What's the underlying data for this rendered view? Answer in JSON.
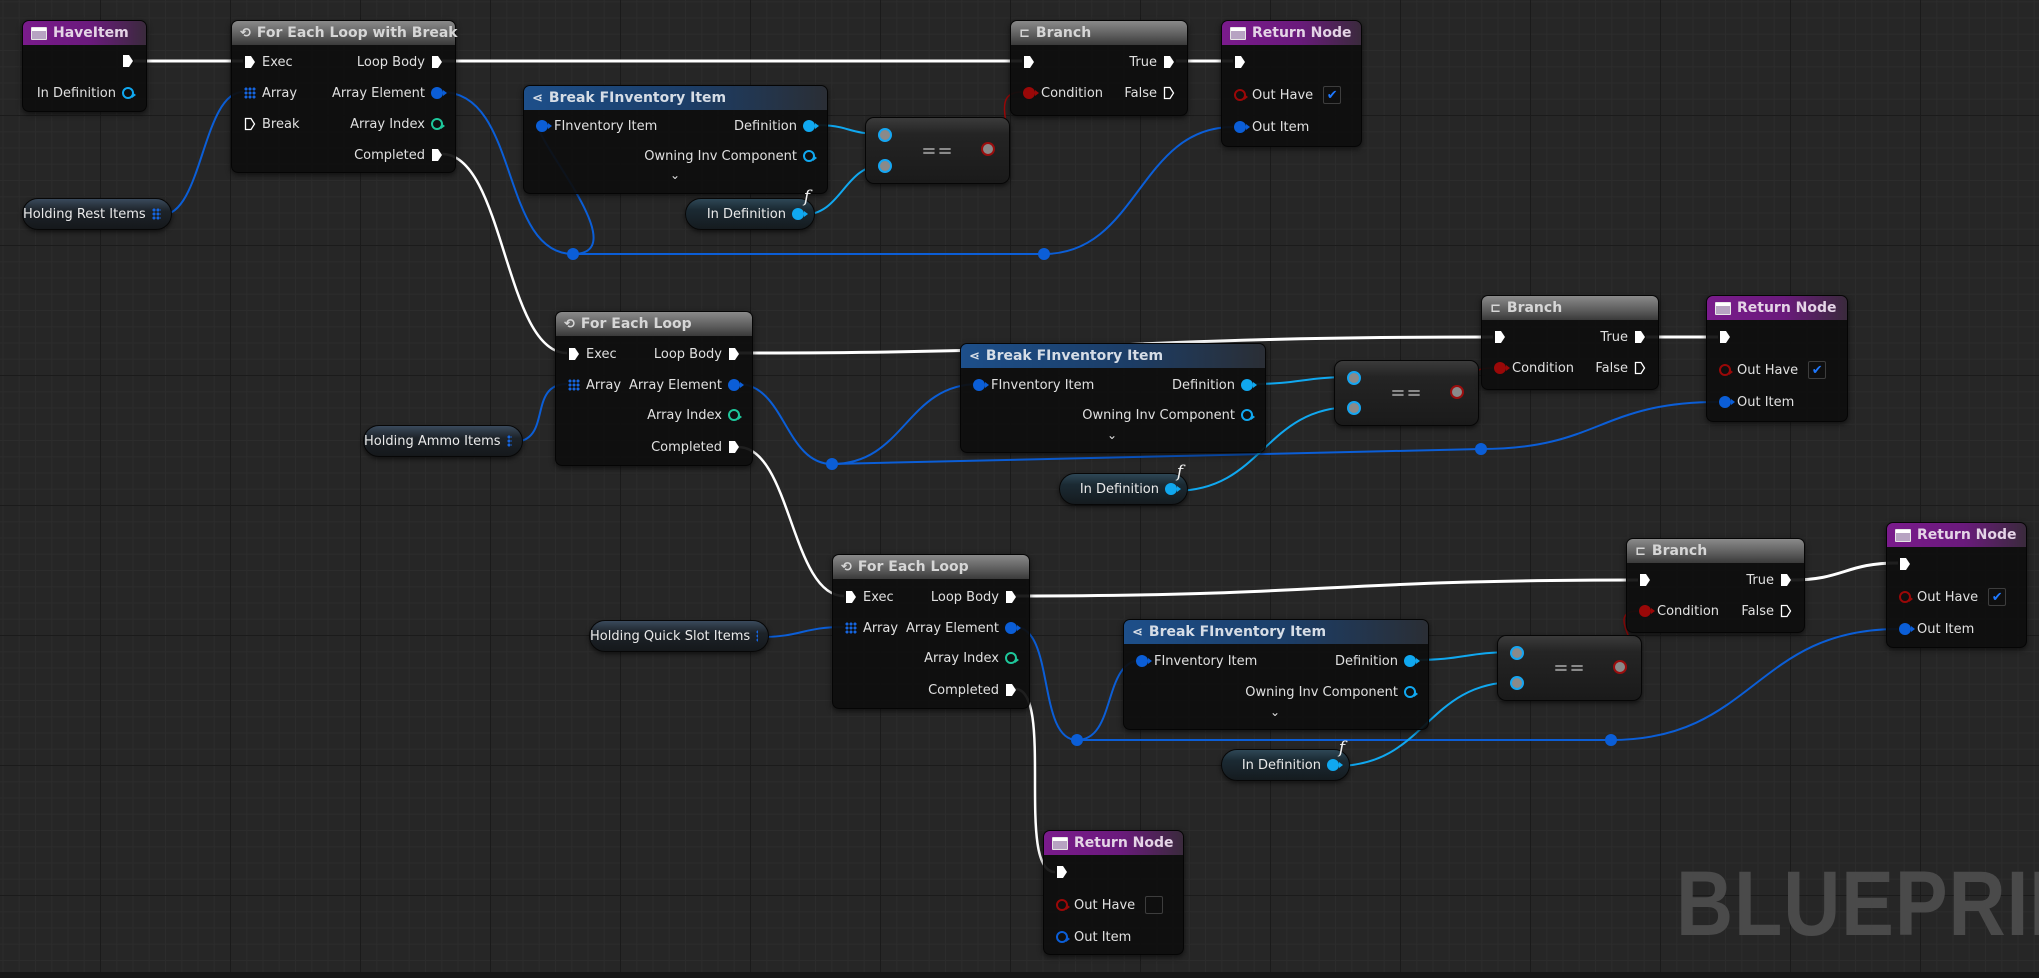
{
  "graph": {
    "watermark": "BLUEPRINT",
    "watermark_visible": "BLUEPRIN",
    "colors": {
      "exec_wire": "#ffffff",
      "struct_wire": "#0b5ed7",
      "object_wire": "#10a8f0",
      "bool_wire": "#9a0808",
      "function_header": "#7a1b8c",
      "struct_header": "#1d4f8a",
      "macro_header": "#6a6a6a",
      "background": "#262626"
    }
  },
  "nodes": {
    "entry": {
      "title": "HaveItem",
      "icon": "function-entry-icon",
      "pins": {
        "in_definition": "In Definition"
      }
    },
    "loop_break": {
      "title": "For Each Loop with Break",
      "icon": "loop-icon",
      "pins": {
        "exec": "Exec",
        "array": "Array",
        "break": "Break",
        "loop_body": "Loop Body",
        "array_element": "Array Element",
        "array_index": "Array Index",
        "completed": "Completed"
      }
    },
    "loop_ammo": {
      "title": "For Each Loop",
      "icon": "loop-icon",
      "pins": {
        "exec": "Exec",
        "array": "Array",
        "loop_body": "Loop Body",
        "array_element": "Array Element",
        "array_index": "Array Index",
        "completed": "Completed"
      }
    },
    "loop_quick": {
      "title": "For Each Loop",
      "icon": "loop-icon",
      "pins": {
        "exec": "Exec",
        "array": "Array",
        "loop_body": "Loop Body",
        "array_element": "Array Element",
        "array_index": "Array Index",
        "completed": "Completed"
      }
    },
    "break_1": {
      "title": "Break FInventory Item",
      "icon": "break-struct-icon",
      "pins": {
        "item": "FInventory Item",
        "definition": "Definition",
        "owning": "Owning Inv Component"
      }
    },
    "break_2": {
      "title": "Break FInventory Item",
      "icon": "break-struct-icon",
      "pins": {
        "item": "FInventory Item",
        "definition": "Definition",
        "owning": "Owning Inv Component"
      }
    },
    "break_3": {
      "title": "Break FInventory Item",
      "icon": "break-struct-icon",
      "pins": {
        "item": "FInventory Item",
        "definition": "Definition",
        "owning": "Owning Inv Component"
      }
    },
    "branch_1": {
      "title": "Branch",
      "pins": {
        "condition": "Condition",
        "true": "True",
        "false": "False"
      }
    },
    "branch_2": {
      "title": "Branch",
      "pins": {
        "condition": "Condition",
        "true": "True",
        "false": "False"
      }
    },
    "branch_3": {
      "title": "Branch",
      "pins": {
        "condition": "Condition",
        "true": "True",
        "false": "False"
      }
    },
    "return_1": {
      "title": "Return Node",
      "pins": {
        "out_have": "Out Have",
        "out_item": "Out Item"
      },
      "out_have_checked": true,
      "check_glyph": "✔"
    },
    "return_2": {
      "title": "Return Node",
      "pins": {
        "out_have": "Out Have",
        "out_item": "Out Item"
      },
      "out_have_checked": true,
      "check_glyph": "✔"
    },
    "return_3": {
      "title": "Return Node",
      "pins": {
        "out_have": "Out Have",
        "out_item": "Out Item"
      },
      "out_have_checked": true,
      "check_glyph": "✔"
    },
    "return_4": {
      "title": "Return Node",
      "pins": {
        "out_have": "Out Have",
        "out_item": "Out Item"
      },
      "out_have_checked": false,
      "check_glyph": ""
    },
    "equal_1": {
      "symbol": "=="
    },
    "equal_2": {
      "symbol": "=="
    },
    "equal_3": {
      "symbol": "=="
    }
  },
  "variables": {
    "rest": {
      "label": "Holding Rest Items"
    },
    "ammo": {
      "label": "Holding Ammo Items"
    },
    "quick": {
      "label": "Holding Quick Slot Items"
    },
    "in_def_1": {
      "label": "In Definition",
      "badge": "f"
    },
    "in_def_2": {
      "label": "In Definition",
      "badge": "f"
    },
    "in_def_3": {
      "label": "In Definition",
      "badge": "f"
    }
  },
  "icons": {
    "chevron": "⌄",
    "loop": "⟲",
    "branch": "⊏",
    "break": "⋖"
  }
}
